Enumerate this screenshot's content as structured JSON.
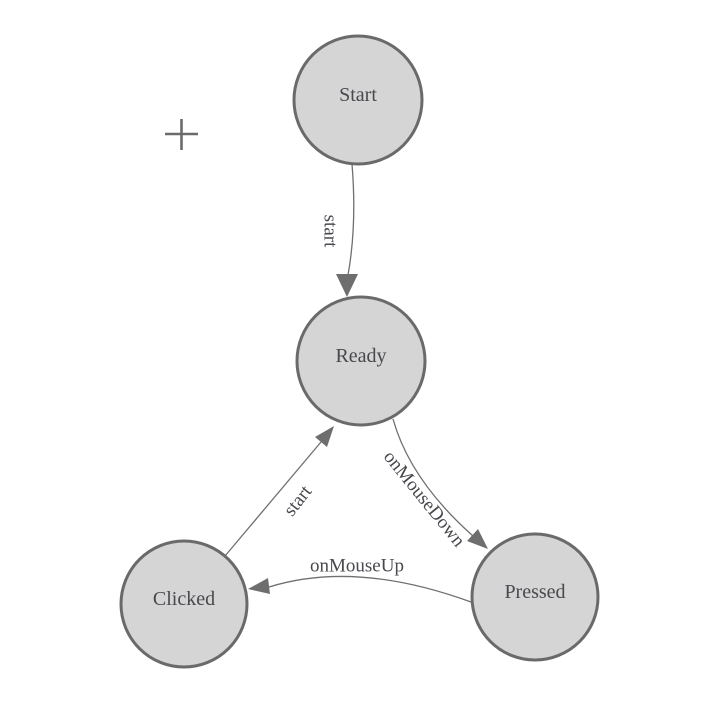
{
  "theme": {
    "canvas_bg": "#ffffff",
    "node_fill": "#d5d5d5",
    "node_stroke": "#6a6a6a",
    "edge_color": "#6f6f6f",
    "arrow_fill": "#6e6e6e",
    "text_color": "#48484e",
    "icon_color": "#6b6b6b"
  },
  "canvas": {
    "crosshair_icon": "plus-crosshair"
  },
  "diagram": {
    "type": "state-machine",
    "nodes": {
      "start": {
        "label": "Start"
      },
      "ready": {
        "label": "Ready"
      },
      "clicked": {
        "label": "Clicked"
      },
      "pressed": {
        "label": "Pressed"
      }
    },
    "edges": {
      "start_to_ready": {
        "from": "Start",
        "to": "Ready",
        "label": "start"
      },
      "ready_to_pressed": {
        "from": "Ready",
        "to": "Pressed",
        "label": "onMouseDown"
      },
      "pressed_to_clicked": {
        "from": "Pressed",
        "to": "Clicked",
        "label": "onMouseUp"
      },
      "clicked_to_ready": {
        "from": "Clicked",
        "to": "Ready",
        "label": "start"
      }
    }
  }
}
